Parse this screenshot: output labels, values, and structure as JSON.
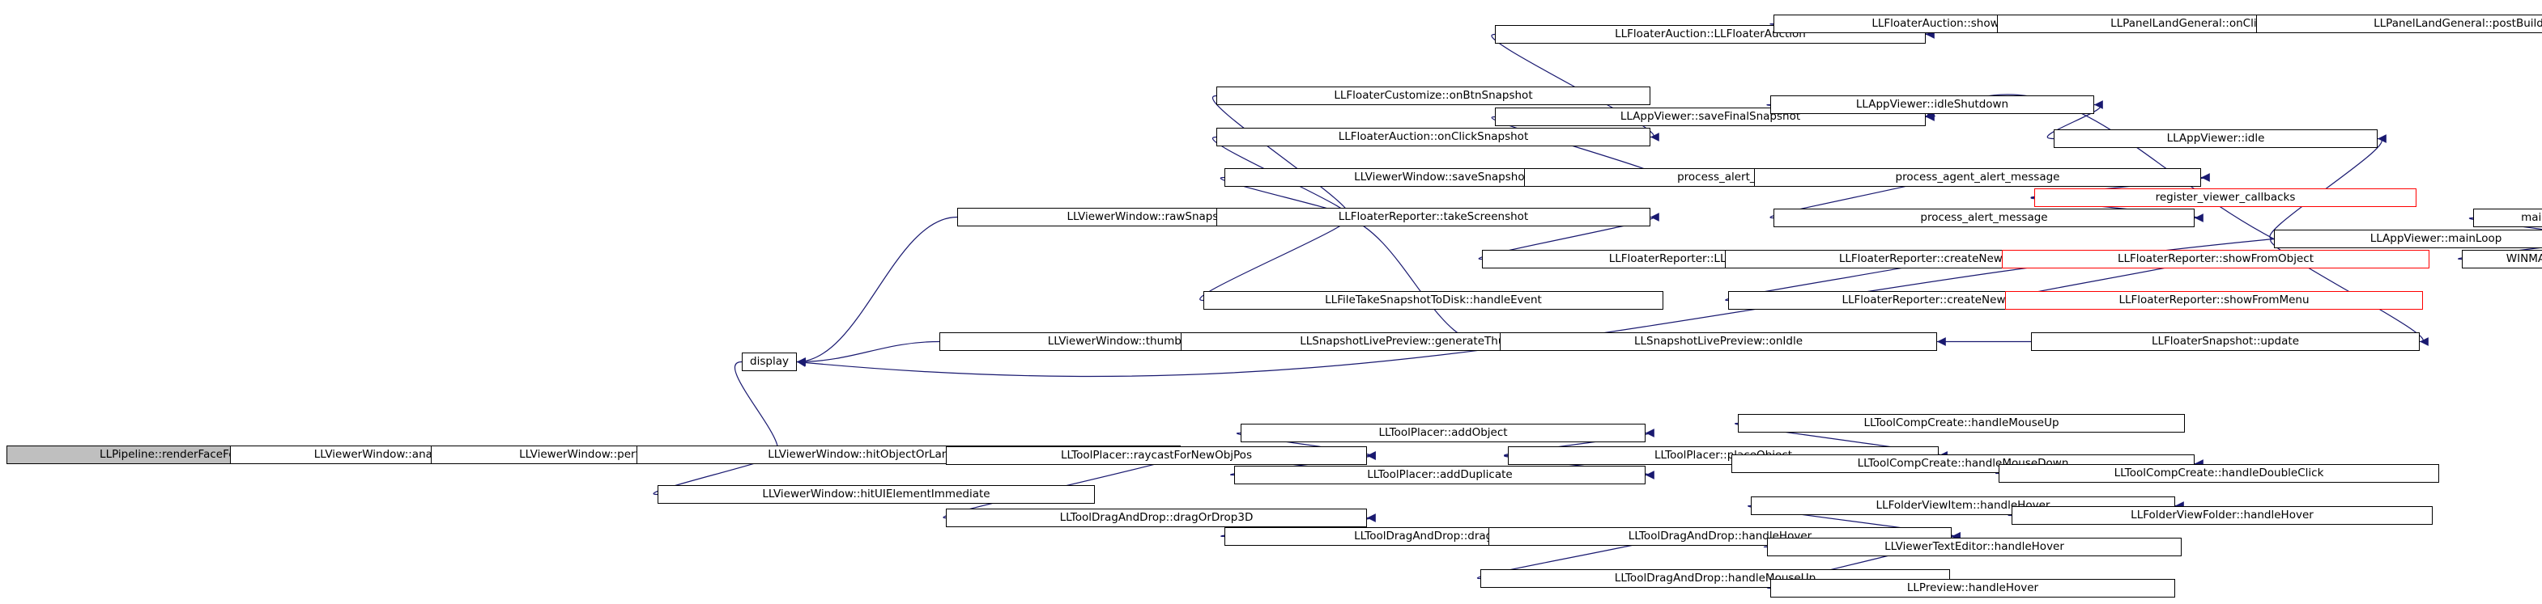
{
  "colors": {
    "edge": "#191970",
    "node_border": "#000000",
    "truncated_border": "#ff0000",
    "root_fill": "#bfbfbf",
    "background": "#ffffff"
  },
  "nodes": {
    "renderFaceForUVSelect": "LLPipeline::renderFaceForUVSelect",
    "analyzeHit": "LLViewerWindow::analyzeHit",
    "performPick": "LLViewerWindow::performPick",
    "display": "display",
    "hitObjectOrLandGlobalImmediate": "LLViewerWindow::hitObjectOrLandGlobalImmediate",
    "hitUIElementImmediate": "LLViewerWindow::hitUIElementImmediate",
    "rawSnapshot": "LLViewerWindow::rawSnapshot",
    "thumbnailSnapshot": "LLViewerWindow::thumbnailSnapshot",
    "raycastForNewObjPos": "LLToolPlacer::raycastForNewObjPos",
    "dragOrDrop3D": "LLToolDragAndDrop::dragOrDrop3D",
    "onBtnSnapshot": "LLFloaterCustomize::onBtnSnapshot",
    "onClickSnapshot": "LLFloaterAuction::onClickSnapshot",
    "saveSnapshot": "LLViewerWindow::saveSnapshot",
    "takeScreenshot": "LLFloaterReporter::takeScreenshot",
    "handleEvent": "LLFileTakeSnapshotToDisk::handleEvent",
    "generateThumbnailImage": "LLSnapshotLivePreview::generateThumbnailImage",
    "addObject": "LLToolPlacer::addObject",
    "addDuplicate": "LLToolPlacer::addDuplicate",
    "dragOrDrop": "LLToolDragAndDrop::dragOrDrop",
    "floaterAuctionCtor": "LLFloaterAuction::LLFloaterAuction",
    "saveFinalSnapshot": "LLAppViewer::saveFinalSnapshot",
    "processAlertCore": "process_alert_core",
    "floaterReporterCtor": "LLFloaterReporter::LLFloaterReporter",
    "onIdle": "LLSnapshotLivePreview::onIdle",
    "placeObject": "LLToolPlacer::placeObject",
    "dndHandleHover": "LLToolDragAndDrop::handleHover",
    "dndHandleMouseUp": "LLToolDragAndDrop::handleMouseUp",
    "auctionShow": "LLFloaterAuction::show",
    "idleShutdown": "LLAppViewer::idleShutdown",
    "processAgentAlertMessage": "process_agent_alert_message",
    "processAlertMessage": "process_alert_message",
    "createNewAbuseReporter": "LLFloaterReporter::createNewAbuseReporter",
    "createNewBugReporter": "LLFloaterReporter::createNewBugReporter",
    "compCreateMouseUp": "LLToolCompCreate::handleMouseUp",
    "compCreateMouseDown": "LLToolCompCreate::handleMouseDown",
    "folderViewItemHover": "LLFolderViewItem::handleHover",
    "textEditorHover": "LLViewerTextEditor::handleHover",
    "previewHover": "LLPreview::handleHover",
    "onClickStartAuction": "LLPanelLandGeneral::onClickStartAuction",
    "postBuild": "LLPanelLandGeneral::postBuild",
    "appIdle": "LLAppViewer::idle",
    "registerViewerCallbacks": "register_viewer_callbacks",
    "showFromObject": "LLFloaterReporter::showFromObject",
    "showFromMenu": "LLFloaterReporter::showFromMenu",
    "floaterSnapshotUpdate": "LLFloaterSnapshot::update",
    "compCreateDoubleClick": "LLToolCompCreate::handleDoubleClick",
    "folderViewFolderHover": "LLFolderViewFolder::handleHover",
    "mainLoop": "LLAppViewer::mainLoop",
    "main": "main",
    "winmain": "WINMAIN"
  }
}
